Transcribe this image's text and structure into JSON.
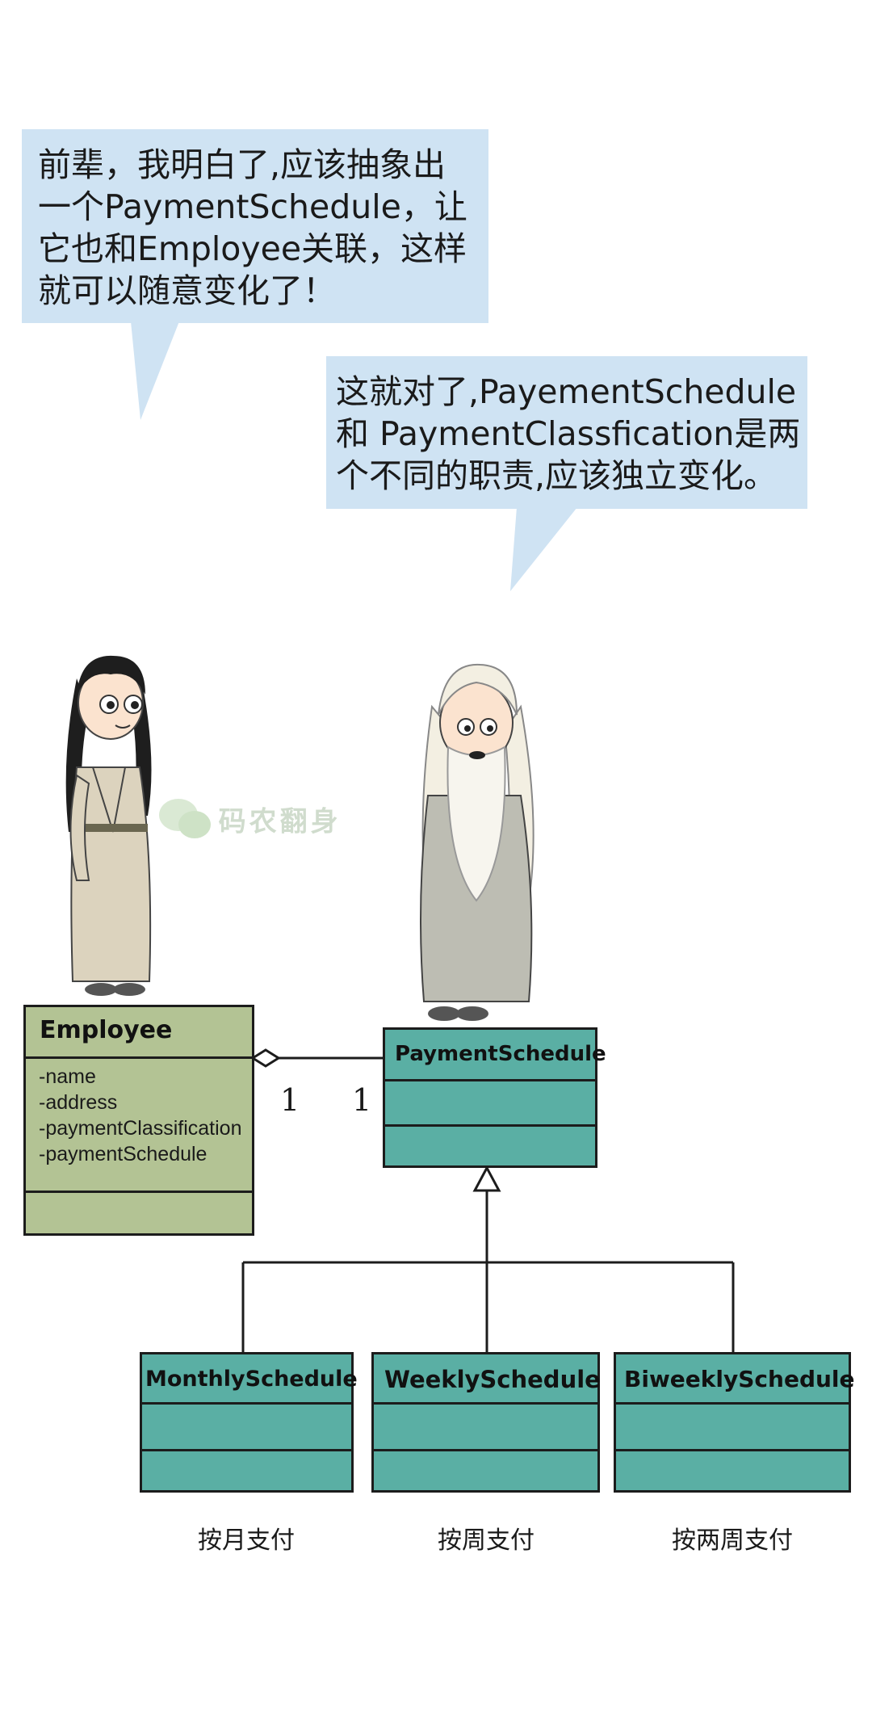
{
  "speech": {
    "junior": "前辈，我明白了,应该抽象出\n一个PaymentSchedule，让\n它也和Employee关联，这样\n就可以随意变化了！",
    "master": "这就对了,PayementSchedule\n和 PaymentClassfication是两\n个不同的职责,应该独立变化。"
  },
  "watermark": "码农翻身",
  "uml": {
    "employee": {
      "title": "Employee",
      "attributes": [
        "-name",
        "-address",
        "-paymentClassification",
        "-paymentSchedule"
      ]
    },
    "payment_schedule": {
      "title": "PaymentSchedule"
    },
    "multiplicity_left": "1",
    "multiplicity_right": "1",
    "subclasses": [
      {
        "title": "MonthlySchedule",
        "caption": "按月支付"
      },
      {
        "title": "WeeklySchedule",
        "caption": "按周支付"
      },
      {
        "title": "BiweeklySchedule",
        "caption": "按两周支付"
      }
    ]
  },
  "colors": {
    "bubble": "#cfe3f3",
    "teal_class": "#5aafa4",
    "green_class": "#b3c394"
  },
  "icons": [
    "wechat-watermark-icon"
  ]
}
